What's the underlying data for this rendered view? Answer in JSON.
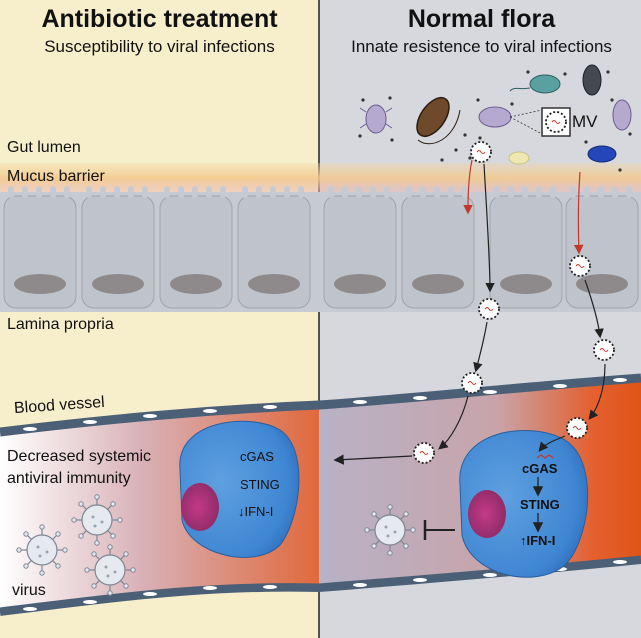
{
  "left_panel": {
    "title": "Antibiotic treatment",
    "subtitle": "Susceptibility to viral infections",
    "bg": "#f7eecb"
  },
  "right_panel": {
    "title": "Normal flora",
    "subtitle": "Innate resistence to viral infections",
    "bg": "#d6d8de"
  },
  "layers": {
    "gut_lumen": "Gut lumen",
    "mucus_barrier": "Mucus barrier",
    "lamina_propria": "Lamina propria",
    "blood_vessel": "Blood vessel"
  },
  "mv_label": "MV",
  "left_cell": {
    "cgas": "cGAS",
    "sting": "STING",
    "ifn": "IFN-I",
    "ifn_arrow": "↓"
  },
  "right_cell": {
    "cgas": "cGAS",
    "sting": "STING",
    "ifn": "IFN-I",
    "ifn_arrow": "↑"
  },
  "left_immunity": "Decreased systemic\nantiviral immunity",
  "virus_label": "virus",
  "colors": {
    "vessel": "#e2581e",
    "cell_blue": "#4a8fd8",
    "nucleus": "#a0306a",
    "epithelium": "#b9bec7",
    "wall": "#4b6076",
    "mucus": "#f2cc9a"
  }
}
